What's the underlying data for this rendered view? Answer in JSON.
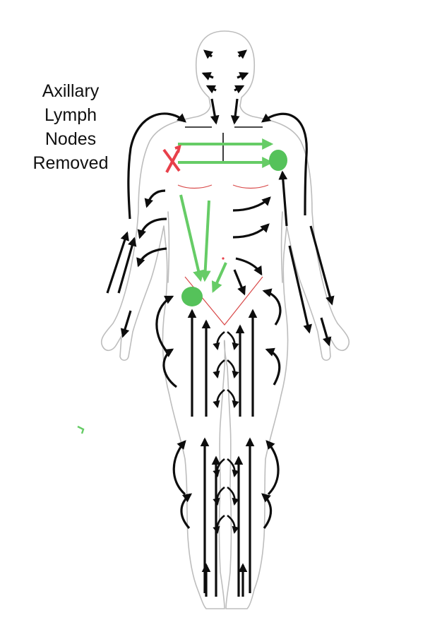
{
  "annotation": {
    "lines": [
      "Axillary",
      "Lymph",
      "Nodes",
      "Removed"
    ]
  },
  "colors": {
    "flow_arrow": "#0d0d0d",
    "rerouted_flow": "#66cc66",
    "lymph_node": "#55c25a",
    "removed_marker": "#e8404a",
    "incision_line": "#d94a4a",
    "body_outline": "#bdbdbd",
    "background": "#ffffff"
  },
  "icons": {
    "removed_node": "x-mark-icon",
    "flow": "arrow-icon",
    "node": "lymph-node-dot-icon"
  }
}
